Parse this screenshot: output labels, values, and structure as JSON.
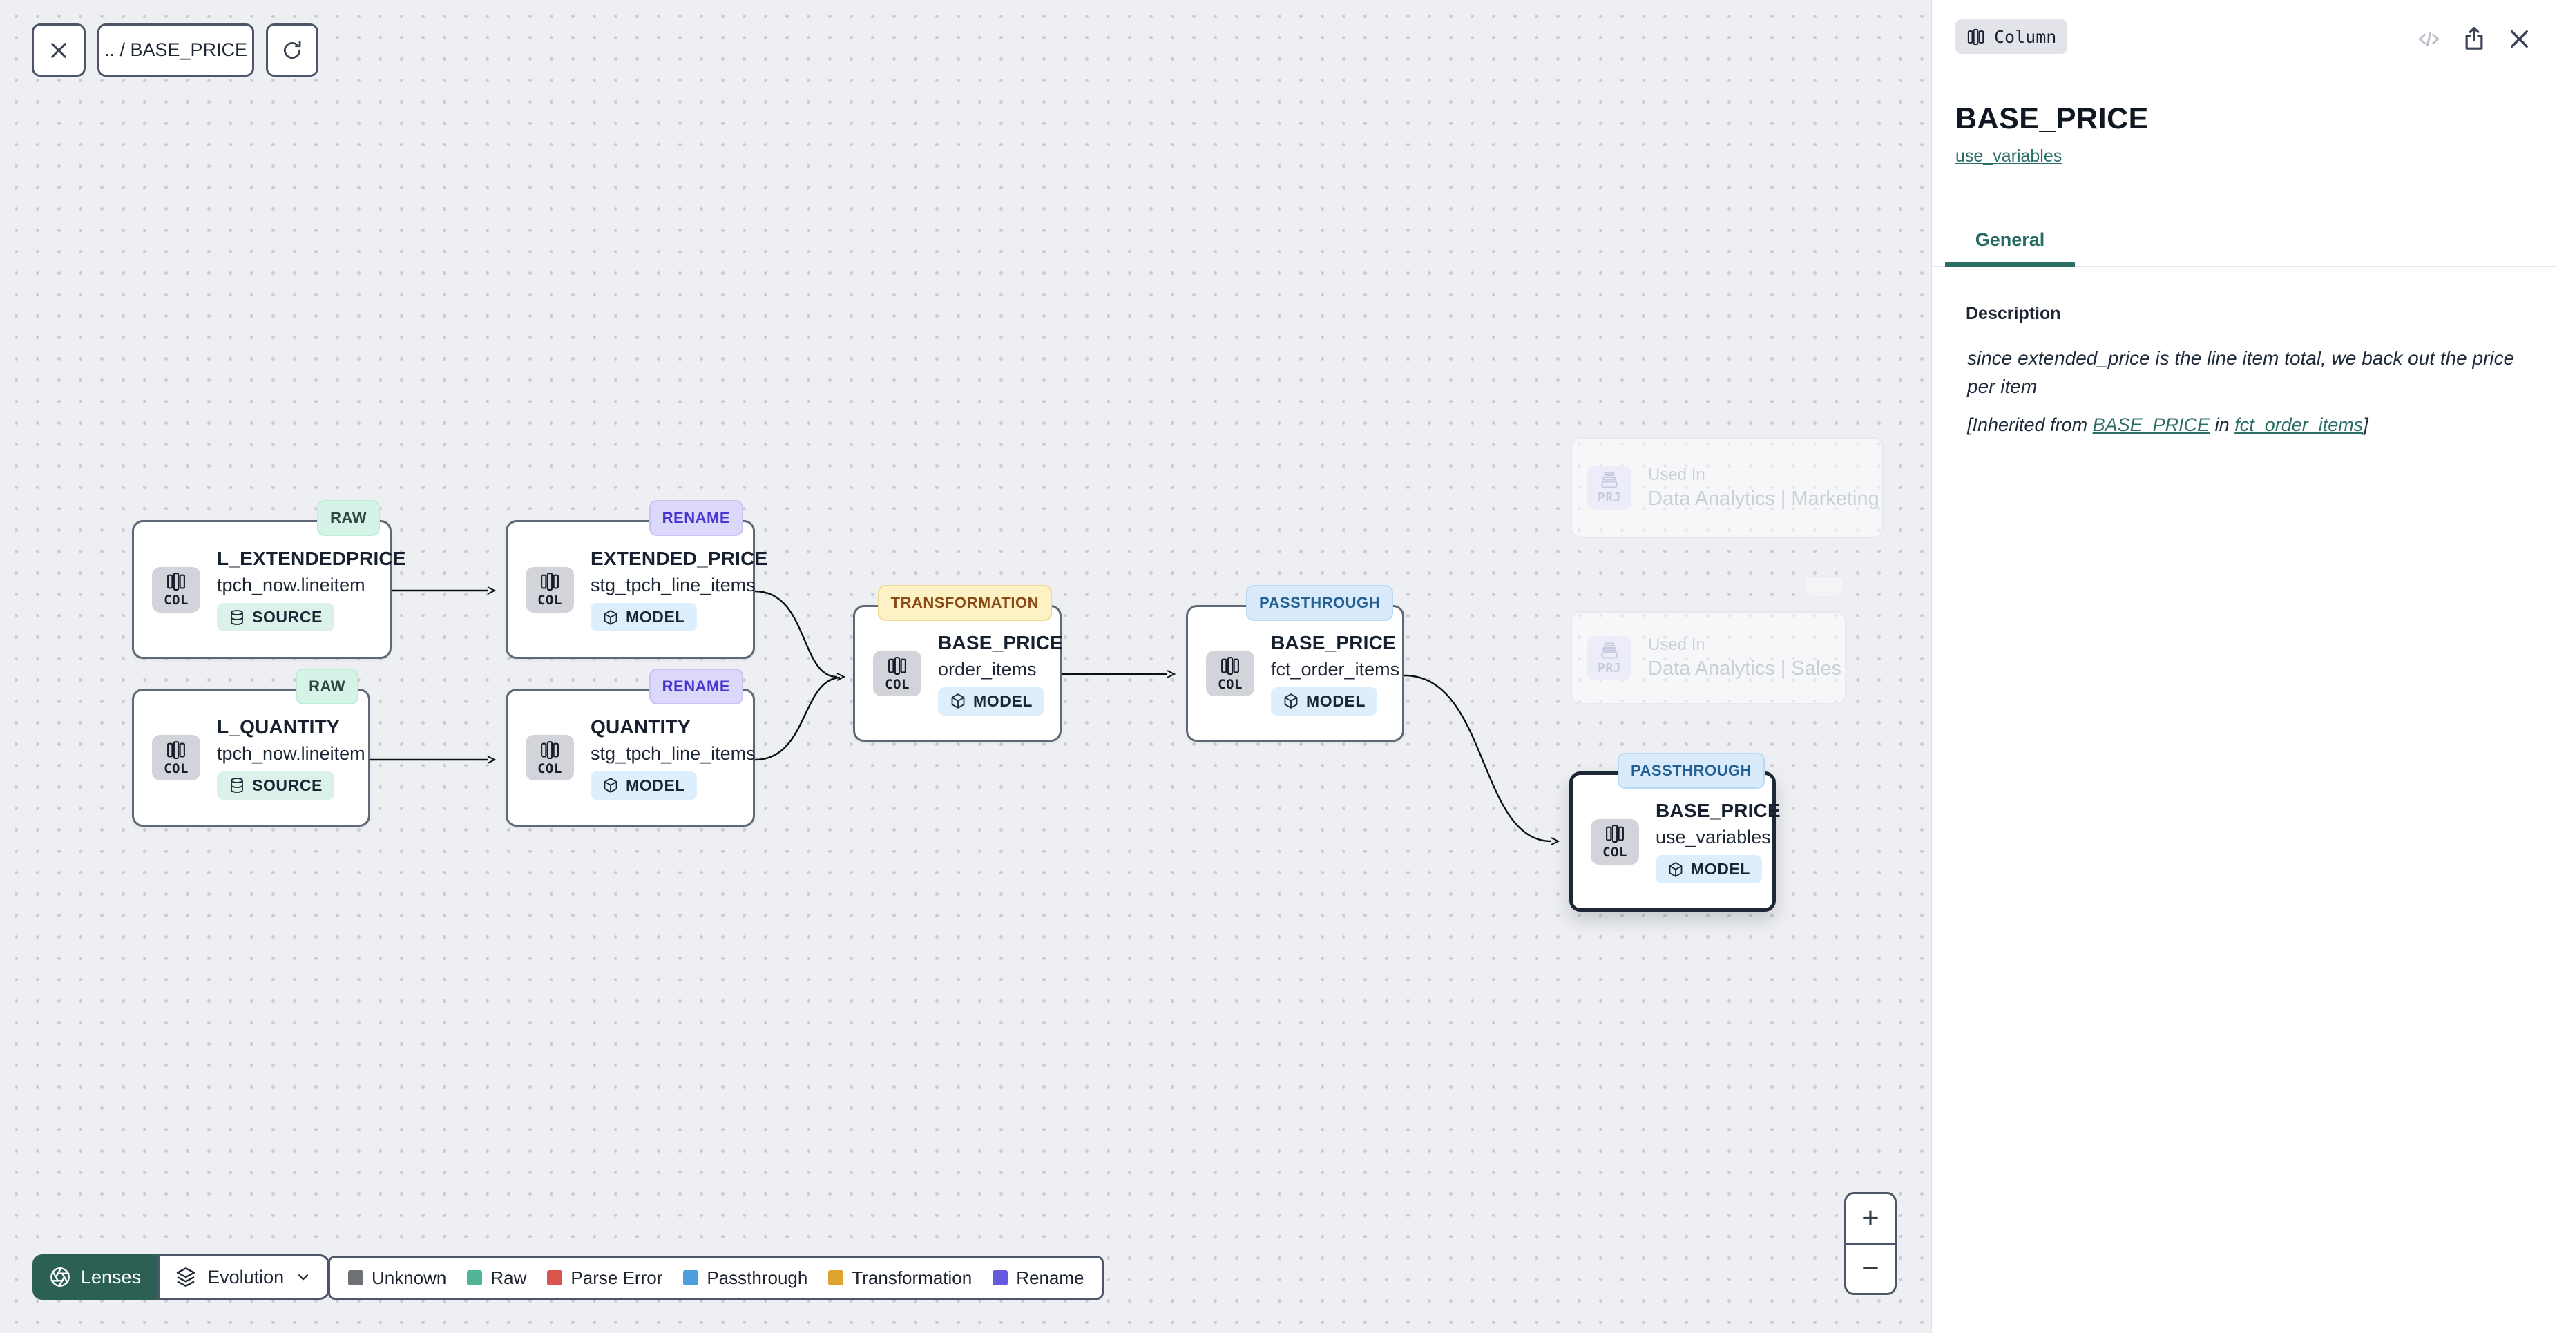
{
  "toolbar": {
    "breadcrumb": ".. / BASE_PRICE"
  },
  "panel": {
    "type_badge": "Column",
    "title": "BASE_PRICE",
    "subtitle_link": "use_variables",
    "tab_general": "General",
    "description": {
      "heading": "Description",
      "body": "since extended_price is the line item total, we back out the price per item",
      "inherited_prefix": "[Inherited from ",
      "inherited_link_column": "BASE_PRICE",
      "inherited_mid": " in ",
      "inherited_link_model": "fct_order_items",
      "inherited_suffix": "]"
    }
  },
  "graph": {
    "nodes": [
      {
        "tag": "RAW",
        "title": "L_EXTENDEDPRICE",
        "subtitle": "tpch_now.lineitem",
        "badge": "SOURCE",
        "icon_label": "COL"
      },
      {
        "tag": "RAW",
        "title": "L_QUANTITY",
        "subtitle": "tpch_now.lineitem",
        "badge": "SOURCE",
        "icon_label": "COL"
      },
      {
        "tag": "RENAME",
        "title": "EXTENDED_PRICE",
        "subtitle": "stg_tpch_line_items",
        "badge": "MODEL",
        "icon_label": "COL"
      },
      {
        "tag": "RENAME",
        "title": "QUANTITY",
        "subtitle": "stg_tpch_line_items",
        "badge": "MODEL",
        "icon_label": "COL"
      },
      {
        "tag": "TRANSFORMATION",
        "title": "BASE_PRICE",
        "subtitle": "order_items",
        "badge": "MODEL",
        "icon_label": "COL"
      },
      {
        "tag": "PASSTHROUGH",
        "title": "BASE_PRICE",
        "subtitle": "fct_order_items",
        "badge": "MODEL",
        "icon_label": "COL"
      },
      {
        "tag": "PASSTHROUGH",
        "title": "BASE_PRICE",
        "subtitle": "use_variables",
        "badge": "MODEL",
        "icon_label": "COL"
      }
    ],
    "used_in": [
      {
        "label": "Used In",
        "name": "Data Analytics | Marketing",
        "icon_label": "PRJ"
      },
      {
        "label": "Used In",
        "name": "Data Analytics | Sales",
        "icon_label": "PRJ"
      }
    ]
  },
  "lenses": {
    "button": "Lenses",
    "dropdown": "Evolution"
  },
  "legend": {
    "items": [
      {
        "label": "Unknown",
        "color": "#6e7175"
      },
      {
        "label": "Raw",
        "color": "#4fb596"
      },
      {
        "label": "Parse Error",
        "color": "#d9544c"
      },
      {
        "label": "Passthrough",
        "color": "#4aa0dd"
      },
      {
        "label": "Transformation",
        "color": "#e0a32f"
      },
      {
        "label": "Rename",
        "color": "#6659dd"
      }
    ]
  },
  "zoom_controls": {
    "zoom_in": "+",
    "zoom_out": "−"
  },
  "colors": {
    "accent_teal": "#2b6e66",
    "lenses_bg": "#2d6054",
    "selected_border": "#1d2736"
  }
}
